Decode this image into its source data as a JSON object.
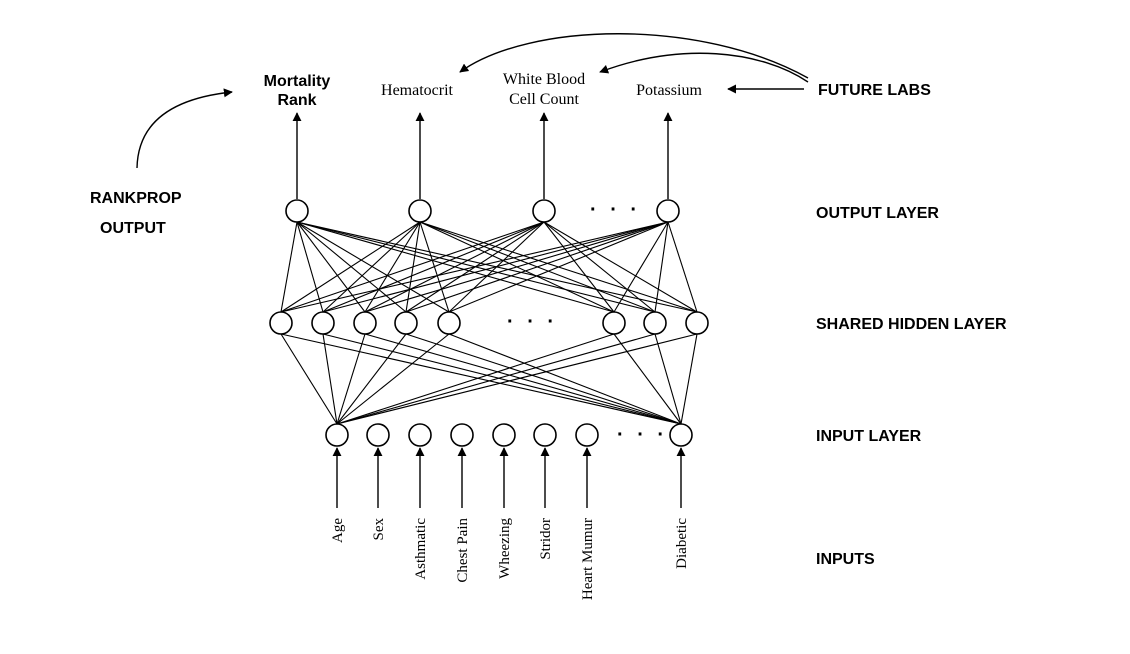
{
  "diagram": {
    "outputs": {
      "mortality_rank_line1": "Mortality",
      "mortality_rank_line2": "Rank",
      "hematocrit": "Hematocrit",
      "wbc_line1": "White Blood",
      "wbc_line2": "Cell Count",
      "potassium": "Potassium"
    },
    "labels": {
      "future_labs": "FUTURE LABS",
      "rankprop_line1": "RANKPROP",
      "rankprop_line2": "OUTPUT",
      "output_layer": "OUTPUT LAYER",
      "shared_hidden_layer": "SHARED HIDDEN LAYER",
      "input_layer": "INPUT LAYER",
      "inputs": "INPUTS"
    },
    "ellipsis": "· · ·",
    "inputs": [
      "Age",
      "Sex",
      "Asthmatic",
      "Chest Pain",
      "Wheezing",
      "Stridor",
      "Heart Mumur",
      "Diabetic"
    ]
  }
}
